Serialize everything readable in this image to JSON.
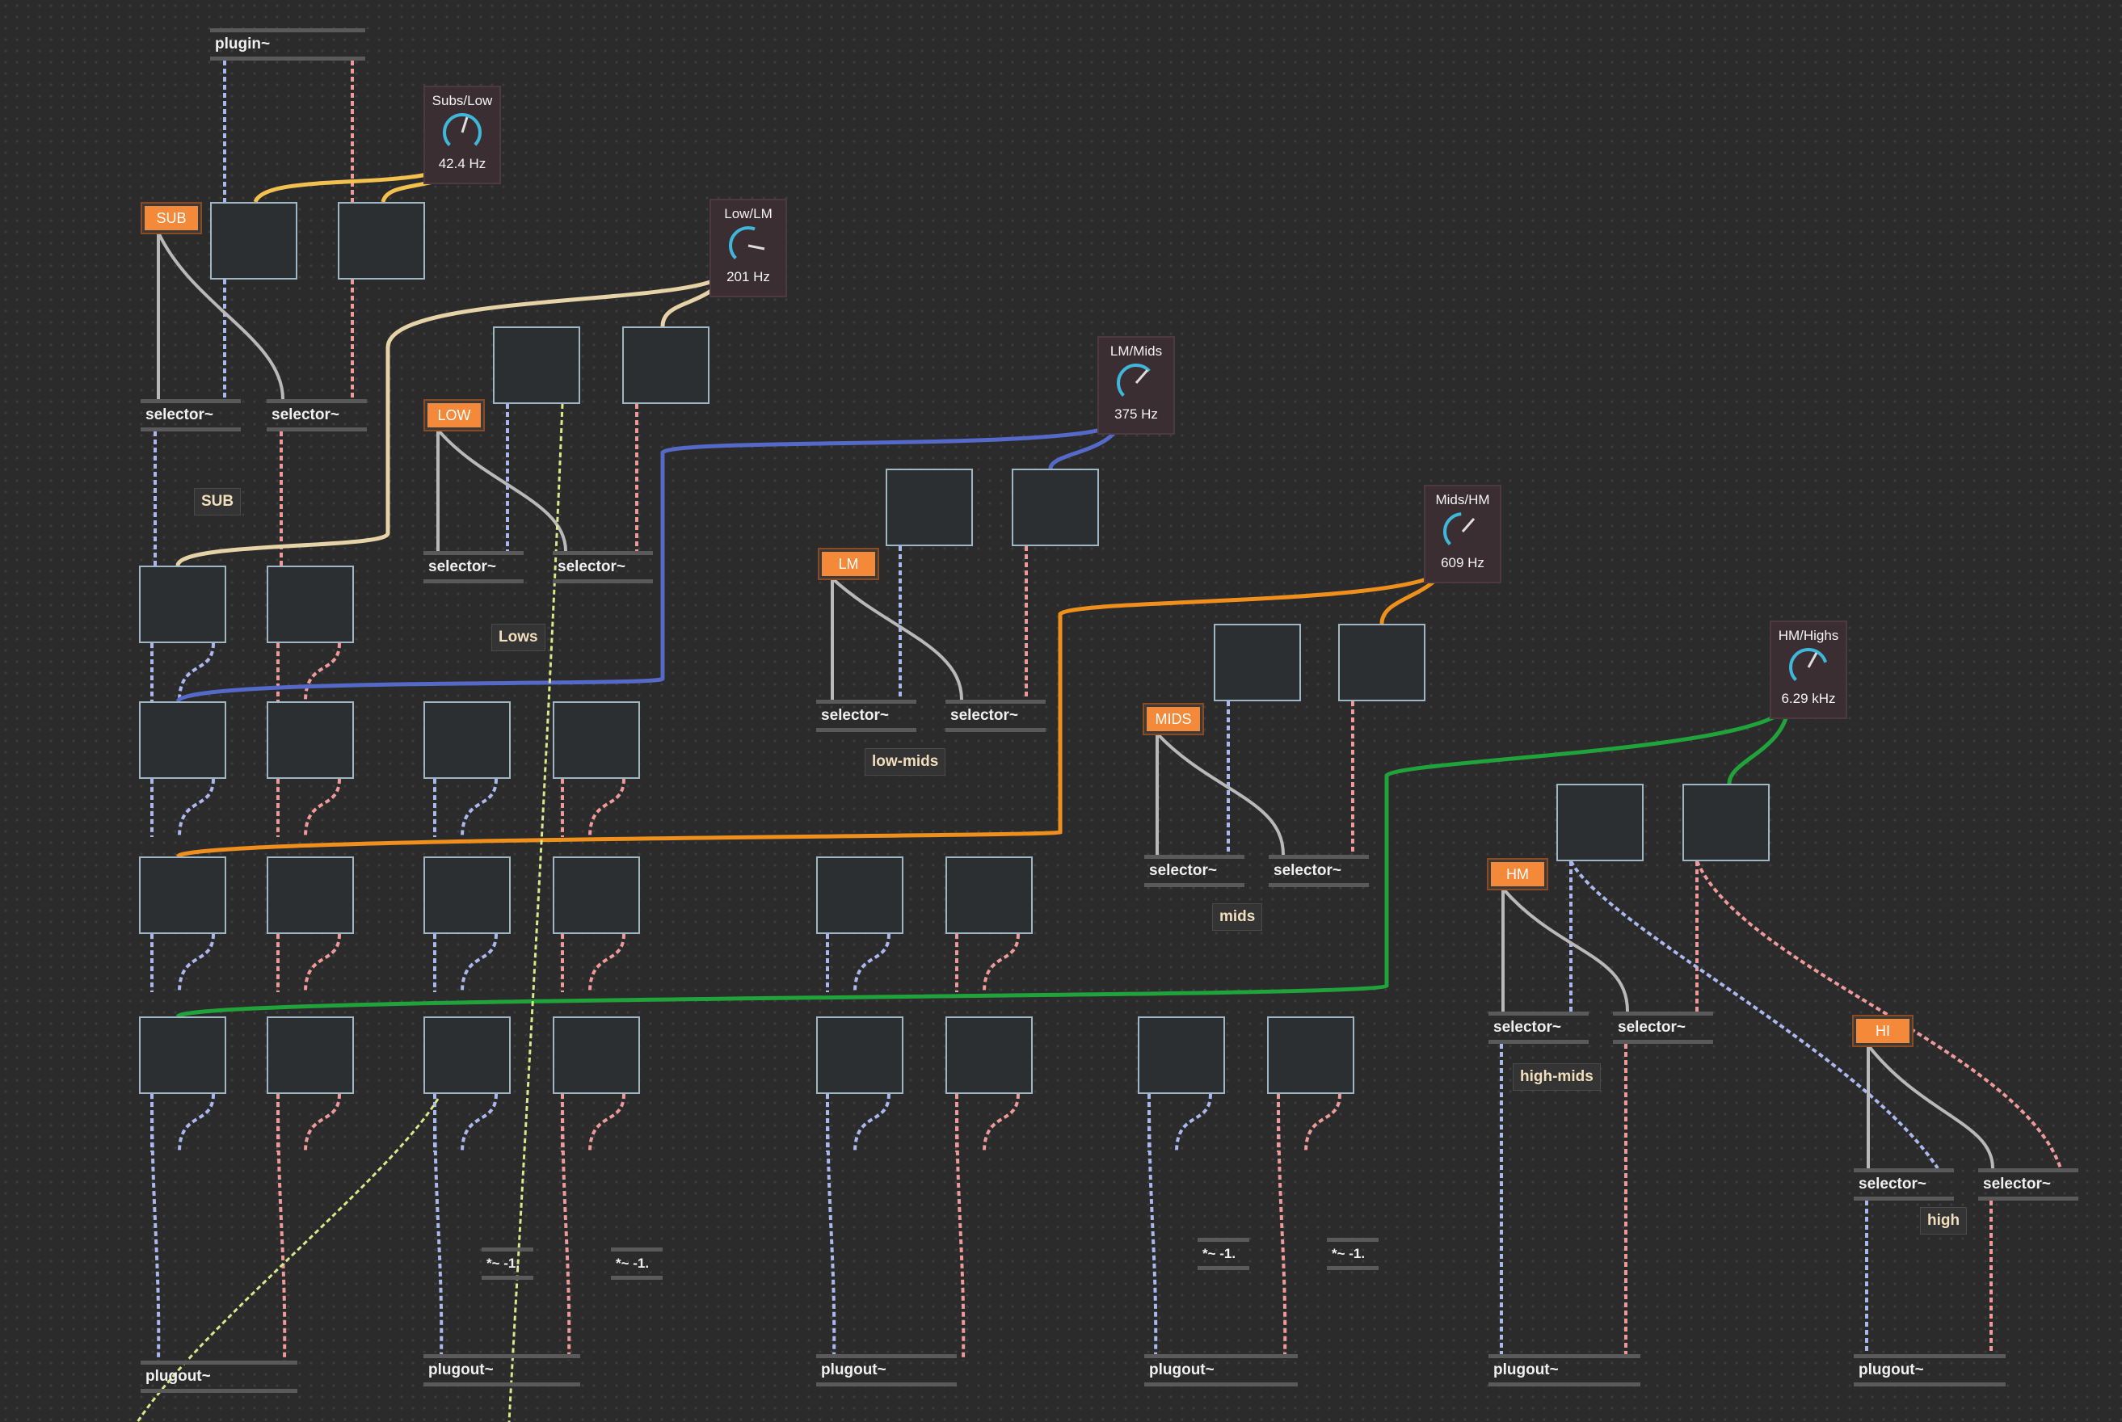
{
  "plugin_in": {
    "label": "plugin~"
  },
  "dials": [
    {
      "label": "Subs/Low",
      "value": "42.4 Hz"
    },
    {
      "label": "Low/LM",
      "value": "201 Hz"
    },
    {
      "label": "LM/Mids",
      "value": "375 Hz"
    },
    {
      "label": "Mids/HM",
      "value": "609 Hz"
    },
    {
      "label": "HM/Highs",
      "value": "6.29 kHz"
    }
  ],
  "toggles": [
    "SUB",
    "LOW",
    "LM",
    "MIDS",
    "HM",
    "HI"
  ],
  "selector_label": "selector~",
  "comments": [
    "SUB",
    "Lows",
    "low-mids",
    "mids",
    "high-mids",
    "high"
  ],
  "invert_label": "*~ -1.",
  "plugout_label": "plugout~",
  "colors": {
    "background": "#2b2b2b",
    "toggle": "#f4893a",
    "dial_accent": "#3fb7d8",
    "wire_left": "#aab8ef",
    "wire_right": "#ef9a9a",
    "control_subs": "#f2c14e",
    "control_low": "#e6d3a8",
    "control_lm": "#5569c8",
    "control_mids": "#f0901c",
    "control_hm": "#1fa33a",
    "control_misc": "#d8e88a"
  }
}
